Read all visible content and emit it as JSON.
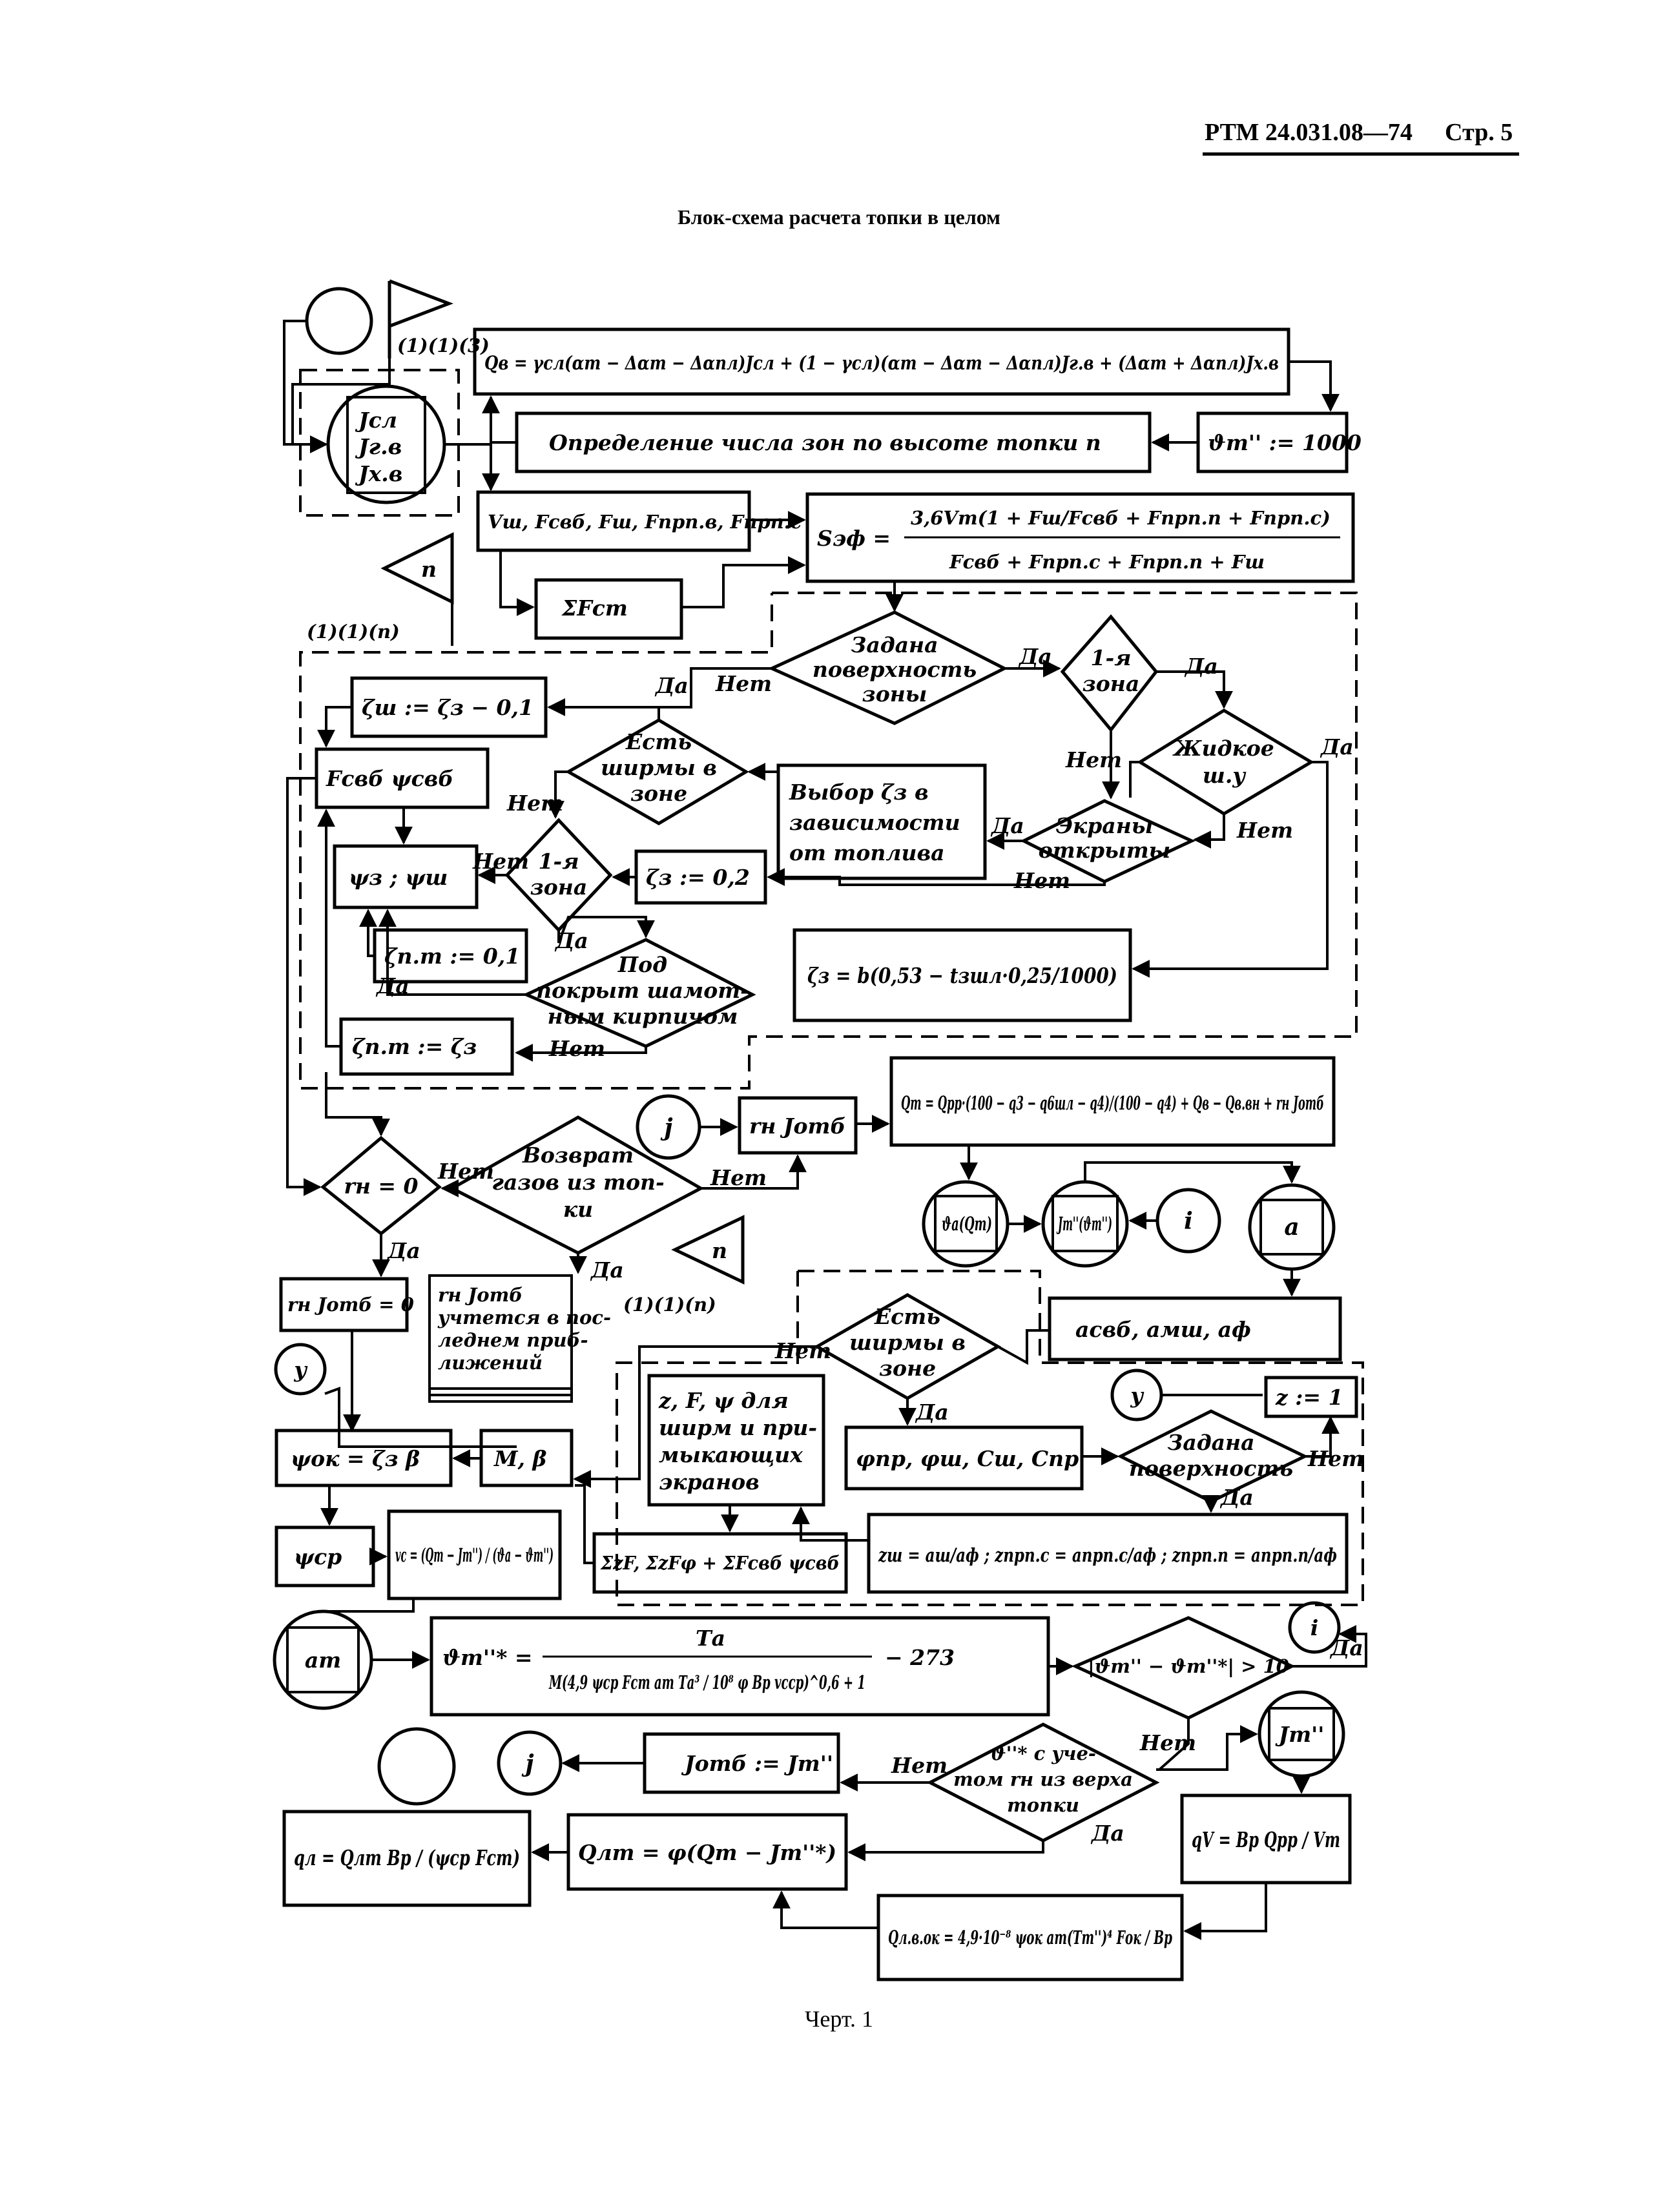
{
  "header": {
    "doc_code": "РТМ 24.031.08—74",
    "page": "Стр. 5"
  },
  "title": "Блок-схема расчета топки в целом",
  "figure_caption": "Черт. 1",
  "connectors": {
    "n": "n",
    "j": "j",
    "i": "i",
    "y": "y",
    "a": "a",
    "a_t": "aт"
  },
  "labels": {
    "yes": "Да",
    "no": "Нет",
    "loop_113": "(1)(1)(3)",
    "loop_11n": "(1)(1)(n)"
  },
  "blocks": {
    "j_stack": [
      "Jсл",
      "Jг.в",
      "Jх.в"
    ],
    "qv_eq": "Qв = γсл(αт − Δαт − Δαпл)Jсл + (1 − γсл)(αт − Δαт − Δαпл)Jг.в + (Δαт + Δαпл)Jх.в",
    "zones": "Определение числа зон по высоте топки n",
    "theta_init": "ϑт'' := 1000",
    "vsh": "Vш, Fсвб, Fш, Fпрп.в, Fпрп.с",
    "sigma_fst": "ΣFст",
    "s_ef_lhs": "Sэф =",
    "s_ef_num": "3,6Vт(1 + Fш/Fсвб + Fпрп.п + Fпрп.с)",
    "s_ef_den": "Fсвб + Fпрп.с + Fпрп.п + Fш",
    "d_surface": [
      "Задана",
      "поверхность",
      "зоны"
    ],
    "d_zone1": [
      "1-я",
      "зона"
    ],
    "d_liquid": [
      "Жидкое",
      "ш.у"
    ],
    "d_screens_open": [
      "Экраны",
      "открыты"
    ],
    "d_screens_zone": [
      "Есть",
      "ширмы в",
      "зоне"
    ],
    "choose_zeta": [
      "Выбор ζз в",
      "зависимости",
      "от топлива"
    ],
    "zeta_sh": "ζш := ζз − 0,1",
    "fsvb_psi": "Fсвб  ψсвб",
    "psi": "ψз ; ψш",
    "zeta_02": "ζз := 0,2",
    "zeta_pt01": "ζп.т := 0,1",
    "d_under": [
      "Под",
      "покрыт шамот-",
      "ным кирпичом"
    ],
    "zeta_b": "ζз = b(0,53 − tзшл·0,25/1000)",
    "zeta_pt_z": "ζп.т := ζз",
    "rn_jotb": "rн Jотб",
    "qt_eq": "Qт = Qрр·(100 − q3 − q6шл − q4)/(100 − q4) + Qв − Qв.вн + rн Jотб",
    "d_rn0": "rн = 0",
    "d_return": [
      "Возврат",
      "газов из топ-",
      "ки"
    ],
    "theta_a": "ϑа(Qт)",
    "jt_theta": "Jт''(ϑт'')",
    "rn_jotb0": "rн Jотб = 0",
    "doc_note": [
      "rн Jотб",
      "учтется в пос-",
      "леднем приб-",
      "лижений"
    ],
    "a_list": "aсвб, aмш, aф",
    "zfpsi": [
      "z, F, ψ для",
      "ширм и при-",
      "мыкающих",
      "экранов"
    ],
    "z1": "z := 1",
    "phi": "φпр, φш, Cш, Cпр",
    "d_surface2": [
      "Задана",
      "поверхность"
    ],
    "psi_ok": "ψок = ζз β",
    "m_b": "M, β",
    "sums": "ΣzF, ΣzFφ + ΣFсвб ψсвб",
    "z_eq": "zш = aш/aф ;  zпрп.с = aпрп.с/aф ;  zпрп.п = aпрп.п/aф",
    "psi_sr": "ψср",
    "vc_eq": "vc = (Qт − Jт'') / (ϑа − ϑт'')",
    "theta_star_lhs": "ϑт''* =",
    "theta_star_num": "Tа",
    "theta_star_den": "M(4,9 ψср Fст aт Tа³ / 10⁸ φ Bр vcср)^0,6 + 1",
    "theta_star_tail": "− 273",
    "d_diff": "|ϑт'' − ϑт''*| > 10",
    "jotb_jt": "Jотб := Jт''",
    "d_accounting": [
      "ϑ''* с уче-",
      "том rн из верха",
      "топки"
    ],
    "jt_box": "Jт''",
    "qv_eq2": "qV = Bр Qрр / Vт",
    "ql_eq": "qл = Qлт Bр / (ψср Fст)",
    "qlt_eq": "Qлт = φ(Qт − Jт''*)",
    "qlvok_eq": "Qл.в.ок = 4,9·10⁻⁸ ψок aт(Tт'')⁴ Fок / Bр"
  }
}
